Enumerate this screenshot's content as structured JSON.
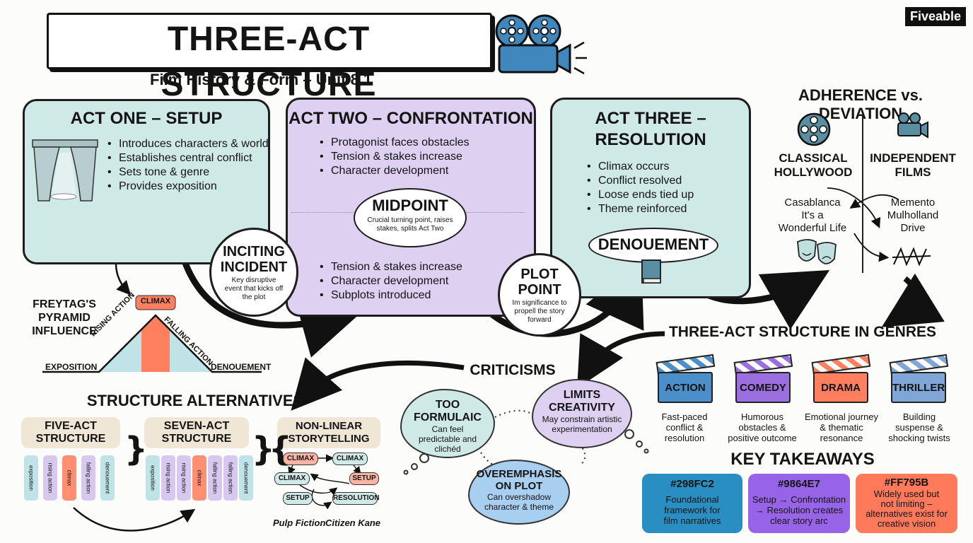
{
  "header": {
    "title": "THREE-ACT STRUCTURE",
    "subtitle": "Film History & Form – Unit 8.1",
    "brand": "Fiveable"
  },
  "acts": [
    {
      "title": "ACT ONE – SETUP",
      "bullets": [
        "Introduces characters & world",
        "Establishes central conflict",
        "Sets tone & genre",
        "Provides exposition"
      ],
      "color": "#cfe9e6"
    },
    {
      "title": "ACT TWO – CONFRONTATION",
      "bullets": [
        "Protagonist faces obstacles",
        "Tension & stakes increase",
        "Character development"
      ],
      "bullets2": [
        "Tension & stakes increase",
        "Character development",
        "Subplots introduced"
      ],
      "color": "#ddd0f1"
    },
    {
      "title_line1": "ACT THREE –",
      "title_line2": "RESOLUTION",
      "bullets": [
        "Climax occurs",
        "Conflict resolved",
        "Loose ends tied up",
        "Theme reinforced"
      ],
      "color": "#cfe9e6"
    }
  ],
  "midpoint": {
    "title": "MIDPOINT",
    "desc": "Crucial turning point, raises stakes, splits Act Two"
  },
  "inciting": {
    "title_line1": "INCITING",
    "title_line2": "INCIDENT",
    "desc": "Key disruptive event that kicks off the plot"
  },
  "plot_point": {
    "title_line1": "PLOT",
    "title_line2": "POINT",
    "desc": "Im significance to propell the story forward"
  },
  "denouement_label": "DENOUEMENT",
  "freytag": {
    "label_line1": "FREYTAG'S",
    "label_line2": "PYRAMID",
    "label_line3": "INFLUENCE",
    "climax": "CLIMAX",
    "rising": "RISING ACTION",
    "falling": "FALLING ACTION",
    "exposition": "EXPOSITION",
    "denouement": "DENOUEMENT"
  },
  "adherence": {
    "title": "ADHERENCE vs. DEVIATION",
    "left_line1": "CLASSICAL",
    "left_line2": "HOLLYWOOD",
    "right_line1": "INDEPENDENT",
    "right_line2": "FILMS",
    "left_examples": [
      "Casablanca",
      "It's a",
      "Wonderful Life"
    ],
    "right_examples": [
      "Memento",
      "Mulholland",
      "Drive"
    ]
  },
  "genres": {
    "title": "THREE-ACT STRUCTURE IN GENRES",
    "items": [
      {
        "name": "ACTION",
        "desc": [
          "Fast-paced",
          "conflict &",
          "resolution"
        ],
        "color": "#4a8fc9"
      },
      {
        "name": "COMEDY",
        "desc": [
          "Humorous",
          "obstacles &",
          "positive outcome"
        ],
        "color": "#9b6fe0"
      },
      {
        "name": "DRAMA",
        "desc": [
          "Emotional journey",
          "& thematic",
          "resonance"
        ],
        "color": "#ff7f5f"
      },
      {
        "name": "THRILLER",
        "desc": [
          "Building",
          "suspense &",
          "shocking twists"
        ],
        "color": "#7fa6d6"
      }
    ]
  },
  "criticisms": {
    "title": "CRITICISMS",
    "c1_line1": "TOO",
    "c1_line2": "FORMULAIC",
    "c1_desc": "Can feel predictable and clichéd",
    "c2_line1": "LIMITS",
    "c2_line2": "CREATIVITY",
    "c2_desc": "May constrain artistic experimentation",
    "c3_line1": "OVEREMPHASIS",
    "c3_line2": "ON PLOT",
    "c3_desc": "Can overshadow character & theme"
  },
  "alternatives": {
    "title": "STRUCTURE ALTERNATIVES",
    "five_line1": "FIVE-ACT",
    "five_line2": "STRUCTURE",
    "seven_line1": "SEVEN-ACT",
    "seven_line2": "STRUCTURE",
    "nonlinear_line1": "NON-LINEAR",
    "nonlinear_line2": "STORYTELLING",
    "five_strips": [
      "exposition",
      "rising action",
      "climax",
      "falling action",
      "denouement"
    ],
    "seven_strips": [
      "exposition",
      "rising action",
      "rising action",
      "climax",
      "falling action",
      "falling action",
      "denouement"
    ],
    "nl_labels": [
      "CLIMAX",
      "CLIMAX",
      "CLIMAX",
      "SETUP",
      "SETUP",
      "RESOLUTION"
    ],
    "film1": "Pulp Fiction",
    "film2": "Citizen Kane"
  },
  "takeaways": {
    "title": "KEY TAKEAWAYS",
    "items": [
      {
        "code": "#298FC2",
        "desc": [
          "Foundational",
          "framework for",
          "film narratives"
        ],
        "color": "#298FC2"
      },
      {
        "code": "#9864E7",
        "desc": [
          "Setup → Confrontation",
          "→ Resolution creates",
          "clear story arc"
        ],
        "color": "#9864E7"
      },
      {
        "code": "#FF795B",
        "desc": [
          "Widely used but",
          "not limiting –",
          "alternatives exist for",
          "creative vision"
        ],
        "color": "#FF795B"
      }
    ]
  }
}
